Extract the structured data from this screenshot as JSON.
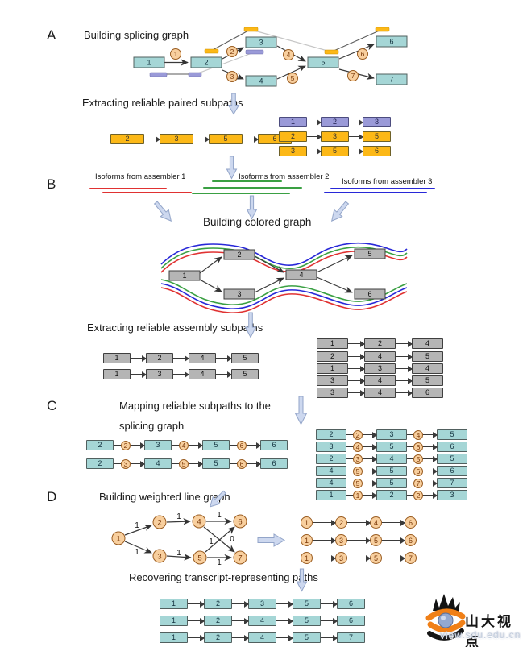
{
  "colors": {
    "teal_box": "#a5d6d6",
    "yellow_box": "#fcb817",
    "purple_box": "#9a9ad8",
    "gray_box": "#b5b5b5",
    "edge_circle": "#f8cf9e",
    "isoform_red": "#e03232",
    "isoform_green": "#3aa043",
    "isoform_blue": "#2828d8",
    "flow_arrow": "#cdd8ef"
  },
  "sections": {
    "a": {
      "letter": "A",
      "title": "Building splicing graph",
      "extract_label": "Extracting reliable paired subpaths",
      "graph": {
        "nodes": [
          "1",
          "2",
          "3",
          "4",
          "5",
          "6",
          "7"
        ],
        "edge_labels": [
          "1",
          "2",
          "3",
          "4",
          "5",
          "6",
          "7"
        ]
      },
      "left_chain": {
        "style": "yellow",
        "w": 40,
        "conn": 19,
        "boxes": [
          "2",
          "3",
          "5",
          "6"
        ]
      },
      "right_chains": [
        {
          "style": "purple",
          "w": 33,
          "conn": 17,
          "boxes": [
            "1",
            "2",
            "3"
          ]
        },
        {
          "style": "yellow",
          "w": 33,
          "conn": 17,
          "boxes": [
            "2",
            "3",
            "5"
          ]
        },
        {
          "style": "yellow",
          "w": 33,
          "conn": 17,
          "boxes": [
            "3",
            "5",
            "6"
          ]
        }
      ]
    },
    "b": {
      "letter": "B",
      "assembler_labels": [
        "Isoforms from assembler 1",
        "Isoforms from assembler 2",
        "Isoforms from assembler 3"
      ],
      "colored_graph_title": "Building colored graph",
      "graph_nodes": [
        "1",
        "2",
        "3",
        "4",
        "5",
        "6"
      ],
      "extract_label": "Extracting reliable assembly subpaths",
      "left_chains": [
        {
          "style": "gray",
          "w": 32,
          "conn": 19,
          "boxes": [
            "1",
            "2",
            "4",
            "5"
          ]
        },
        {
          "style": "gray",
          "w": 32,
          "conn": 19,
          "boxes": [
            "1",
            "3",
            "4",
            "5"
          ]
        }
      ],
      "right_chains": [
        {
          "style": "gray",
          "w": 37,
          "conn": 20,
          "boxes": [
            "1",
            "2",
            "4"
          ]
        },
        {
          "style": "gray",
          "w": 37,
          "conn": 20,
          "boxes": [
            "2",
            "4",
            "5"
          ]
        },
        {
          "style": "gray",
          "w": 37,
          "conn": 20,
          "boxes": [
            "1",
            "3",
            "4"
          ]
        },
        {
          "style": "gray",
          "w": 37,
          "conn": 20,
          "boxes": [
            "3",
            "4",
            "5"
          ]
        },
        {
          "style": "gray",
          "w": 37,
          "conn": 20,
          "boxes": [
            "3",
            "4",
            "6"
          ]
        }
      ]
    },
    "c": {
      "letter": "C",
      "title_line1": "Mapping reliable subpaths to the",
      "title_line2": "splicing graph",
      "left_chains": [
        {
          "style": "teal",
          "w": 32,
          "conn": 17,
          "elink": 9,
          "boxes": [
            "2",
            "3",
            "5",
            "6"
          ],
          "edges": [
            "2",
            "4",
            "6"
          ]
        },
        {
          "style": "teal",
          "w": 32,
          "conn": 17,
          "elink": 9,
          "boxes": [
            "2",
            "4",
            "5",
            "6"
          ],
          "edges": [
            "3",
            "5",
            "6"
          ]
        }
      ],
      "right_chains": [
        {
          "style": "teal",
          "w": 36,
          "conn": 17,
          "elink": 8,
          "boxes": [
            "2",
            "3",
            "5"
          ],
          "edges": [
            "2",
            "4"
          ]
        },
        {
          "style": "teal",
          "w": 36,
          "conn": 17,
          "elink": 8,
          "boxes": [
            "3",
            "5",
            "6"
          ],
          "edges": [
            "4",
            "6"
          ]
        },
        {
          "style": "teal",
          "w": 36,
          "conn": 17,
          "elink": 8,
          "boxes": [
            "2",
            "4",
            "5"
          ],
          "edges": [
            "3",
            "5"
          ]
        },
        {
          "style": "teal",
          "w": 36,
          "conn": 17,
          "elink": 8,
          "boxes": [
            "4",
            "5",
            "6"
          ],
          "edges": [
            "5",
            "6"
          ]
        },
        {
          "style": "teal",
          "w": 36,
          "conn": 17,
          "elink": 8,
          "boxes": [
            "4",
            "5",
            "7"
          ],
          "edges": [
            "5",
            "7"
          ]
        },
        {
          "style": "teal",
          "w": 36,
          "conn": 17,
          "elink": 8,
          "boxes": [
            "1",
            "2",
            "3"
          ],
          "edges": [
            "1",
            "2"
          ]
        }
      ]
    },
    "d": {
      "letter": "D",
      "title": "Building weighted line graph",
      "line_graph": {
        "nodes": [
          "1",
          "2",
          "3",
          "4",
          "5",
          "6",
          "7"
        ],
        "weights": {
          "e12": "1",
          "e13": "1",
          "e24": "1",
          "e35": "1",
          "e46": "1",
          "e47": "0",
          "e56": "1",
          "e57": "1"
        }
      },
      "path_chains": [
        {
          "style": "circle",
          "w": 15,
          "conn": 28,
          "boxes": [
            "1",
            "2",
            "4",
            "6"
          ]
        },
        {
          "style": "circle",
          "w": 15,
          "conn": 28,
          "boxes": [
            "1",
            "3",
            "5",
            "6"
          ]
        },
        {
          "style": "circle",
          "w": 15,
          "conn": 28,
          "boxes": [
            "1",
            "3",
            "5",
            "7"
          ]
        }
      ],
      "recover_label": "Recovering transcript-representing paths",
      "final_chains": [
        {
          "style": "teal",
          "w": 33,
          "conn": 20,
          "boxes": [
            "1",
            "2",
            "3",
            "5",
            "6"
          ]
        },
        {
          "style": "teal",
          "w": 33,
          "conn": 20,
          "boxes": [
            "1",
            "2",
            "4",
            "5",
            "6"
          ]
        },
        {
          "style": "teal",
          "w": 33,
          "conn": 20,
          "boxes": [
            "1",
            "2",
            "4",
            "5",
            "7"
          ]
        }
      ]
    }
  },
  "watermark": {
    "cn": "山大视点",
    "url": "view.sdu.edu.cn"
  }
}
